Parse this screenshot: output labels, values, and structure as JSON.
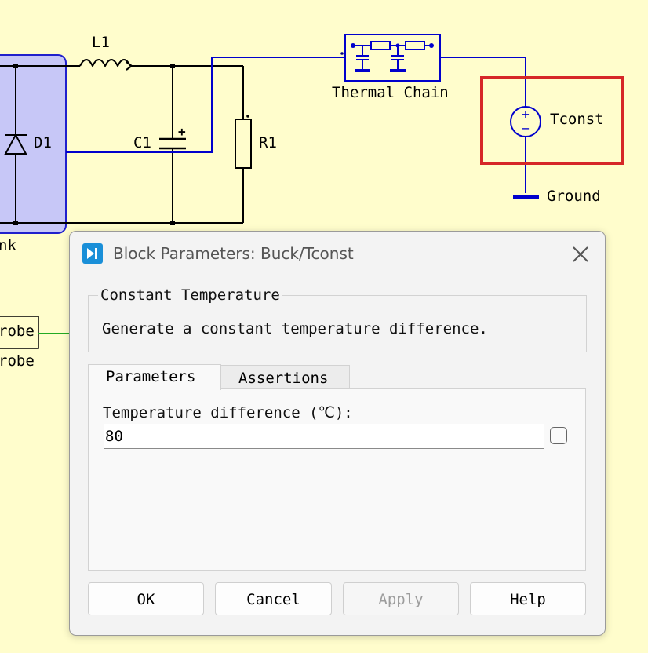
{
  "diagram": {
    "inductor_label": "L1",
    "capacitor_label": "C1",
    "resistor_label": "R1",
    "diode_label": "D1",
    "thermal_chain_label": "Thermal Chain",
    "source_label": "Tconst",
    "ground_label": "Ground",
    "partial_label_1": "nk",
    "probe_block_text": "robe",
    "probe_caption": "robe",
    "plus_sign": "+",
    "minus_sign": "−",
    "highlight_color": "#d62728",
    "wire_color": "#0000cc",
    "signal_color": "#22aa22"
  },
  "dialog": {
    "title": "Block Parameters: Buck/Tconst",
    "group_title": "Constant Temperature",
    "description": "Generate a constant temperature difference.",
    "tabs": [
      {
        "label": "Parameters",
        "selected": true
      },
      {
        "label": "Assertions",
        "selected": false
      }
    ],
    "param_label": "Temperature difference (℃):",
    "param_value": "80",
    "param_checked": false,
    "buttons": {
      "ok": "OK",
      "cancel": "Cancel",
      "apply": "Apply",
      "help": "Help"
    }
  }
}
